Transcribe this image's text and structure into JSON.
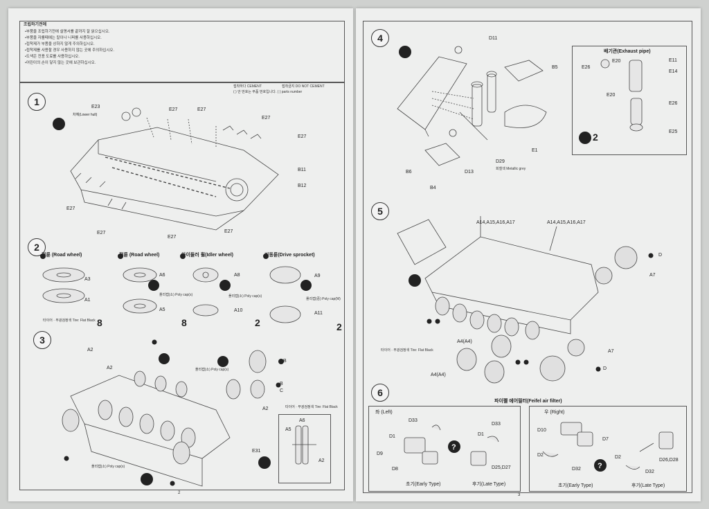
{
  "left_page": {
    "notes_title": "조립하기전에",
    "notes": [
      "•부품을 조립하기전에 설명서를 끝까지 잘 읽으십시오.",
      "•부품을 자를때에는 칼이나 니퍼를 사용하십시오.",
      "•접착제가 부품을 상하지 않게 주의하십시오.",
      "•접착제를 사용할 경우 사용하지 않는 곳에 주의하십시오.",
      "•도색은 전용 도료를 사용하십시오.",
      "•어린이의 손이 닿지 않는 곳에 보관하십시오."
    ],
    "legend_cement": "접착하다 CEMENT",
    "legend_no_cement": "접착금지 DO NOT CEMENT",
    "legend_parts": "(  ) 안 번호는 부품 번호입니다.   ( ) parts number",
    "step1": {
      "num": "1",
      "lower_hull": "차체(Lower hull)",
      "labels": [
        "E23",
        "E27",
        "E27",
        "E27",
        "E27",
        "B11",
        "B12",
        "E27",
        "E27",
        "E27",
        "E27"
      ]
    },
    "step2": {
      "num": "2",
      "road_wheel_a": "전륜 (Road wheel)",
      "road_wheel_b": "전륜 (Road wheel)",
      "idler": "아이들러 휠(Idler wheel)",
      "sprocket": "기동륜(Drive sprocket)",
      "a_parts": [
        "A3",
        "A1"
      ],
      "b_parts": [
        "A6",
        "A5"
      ],
      "c_parts": [
        "A8",
        "A10"
      ],
      "d_parts": [
        "A9",
        "A11"
      ],
      "polycap": "폴리캡(소) Poly cap(s)",
      "polycap_m": "폴리캡(중) Poly cap(M)",
      "tire": "타이어 · 무광검정색 Tire: Flat Black",
      "qty_a": "8",
      "qty_b": "8",
      "qty_c": "2",
      "qty_d": "2"
    },
    "step3": {
      "num": "3",
      "labels": [
        "A2",
        "A2",
        "B",
        "B",
        "C",
        "A2",
        "E31",
        "A6",
        "A5",
        "A2"
      ],
      "polycap": "폴리캡(소) Poly cap(s)",
      "tire": "타이어 · 무광검정색 Tire: Flat Black"
    },
    "page_no": "2"
  },
  "right_page": {
    "step4": {
      "num": "4",
      "labels": [
        "D11",
        "B5",
        "B6",
        "B4",
        "D13",
        "D29",
        "E1"
      ],
      "metallic": "회철색 Metallic grey",
      "exhaust_title": "배기관(Exhaust pipe)",
      "exhaust_labels": [
        "E26",
        "E20",
        "E11",
        "E14",
        "E20",
        "E26",
        "E25"
      ],
      "exhaust_qty": "2"
    },
    "step5": {
      "num": "5",
      "labels": [
        "A14,A15,A16,A17",
        "A14,A15,A16,A17",
        "A7",
        "A4(A4)",
        "A4(A4)",
        "A7",
        "D",
        "D"
      ],
      "tire": "타이어 · 무광검정색 Tire: Flat Black"
    },
    "step6": {
      "num": "6",
      "title": "파이펠 에어필터(Feifel air filter)",
      "left_title": "좌 (Left)",
      "right_title": "우 (Right)",
      "left_labels": [
        "D33",
        "D1",
        "D9",
        "D8",
        "D1",
        "D33",
        "D25,D27"
      ],
      "right_labels": [
        "D10",
        "D7",
        "D2",
        "D32",
        "D2",
        "D32",
        "D26,D28"
      ],
      "early": "초기(Early Type)",
      "late": "후기(Late Type)"
    },
    "page_no": "3"
  }
}
